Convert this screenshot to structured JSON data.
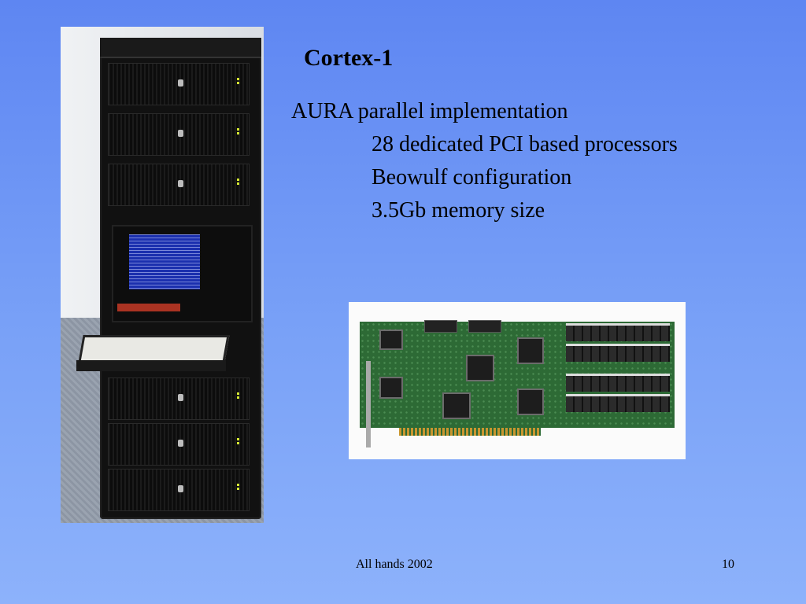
{
  "slide": {
    "title": "Cortex-1",
    "bullets": [
      {
        "level": 1,
        "text": "AURA parallel implementation"
      },
      {
        "level": 2,
        "text": "28 dedicated PCI based processors"
      },
      {
        "level": 2,
        "text": "Beowulf configuration"
      },
      {
        "level": 2,
        "text": "3.5Gb memory size"
      }
    ],
    "footer": {
      "center": "All hands 2002",
      "page_number": "10"
    }
  },
  "colors": {
    "background_top": "#5e86f2",
    "background_bottom": "#8db2fb",
    "text": "#000000"
  }
}
